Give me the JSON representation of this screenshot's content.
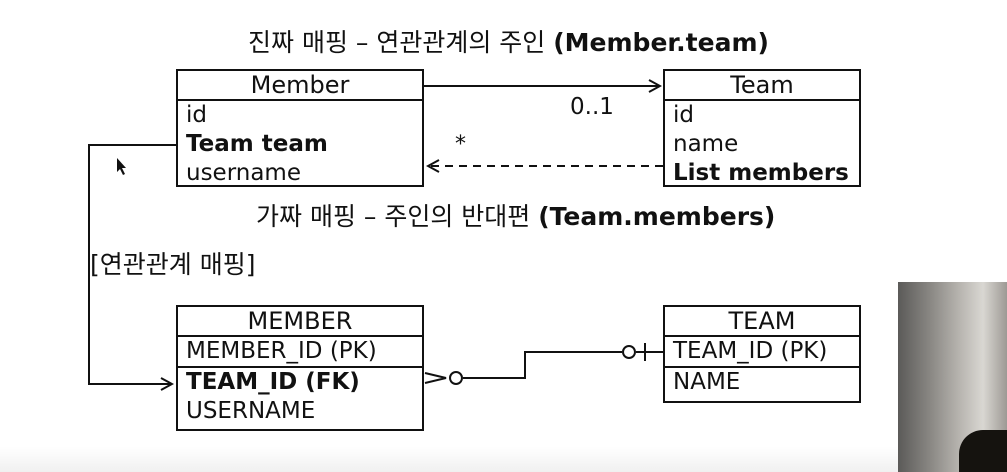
{
  "titles": {
    "top": "진짜 매핑 – 연관관계의 주인 ",
    "top_bold": "(Member.team)",
    "middle": "가짜 매핑 – 주인의 반대편 ",
    "middle_bold": "(Team.members)",
    "left": "[연관관계 매핑]"
  },
  "object_model": {
    "member": {
      "header": "Member",
      "fields": [
        {
          "text": "id",
          "bold": false
        },
        {
          "text": "Team team",
          "bold": true
        },
        {
          "text": "username",
          "bold": false
        }
      ]
    },
    "team": {
      "header": "Team",
      "fields": [
        {
          "text": "id",
          "bold": false
        },
        {
          "text": "name",
          "bold": false
        },
        {
          "text": "List members",
          "bold": true
        }
      ]
    },
    "multiplicity_team": "0..1",
    "multiplicity_members": "*"
  },
  "table_model": {
    "member": {
      "header": "MEMBER",
      "pk": "MEMBER_ID (PK)",
      "fk": "TEAM_ID (FK)",
      "col": "USERNAME"
    },
    "team": {
      "header": "TEAM",
      "pk": "TEAM_ID (PK)",
      "col": "NAME"
    }
  }
}
